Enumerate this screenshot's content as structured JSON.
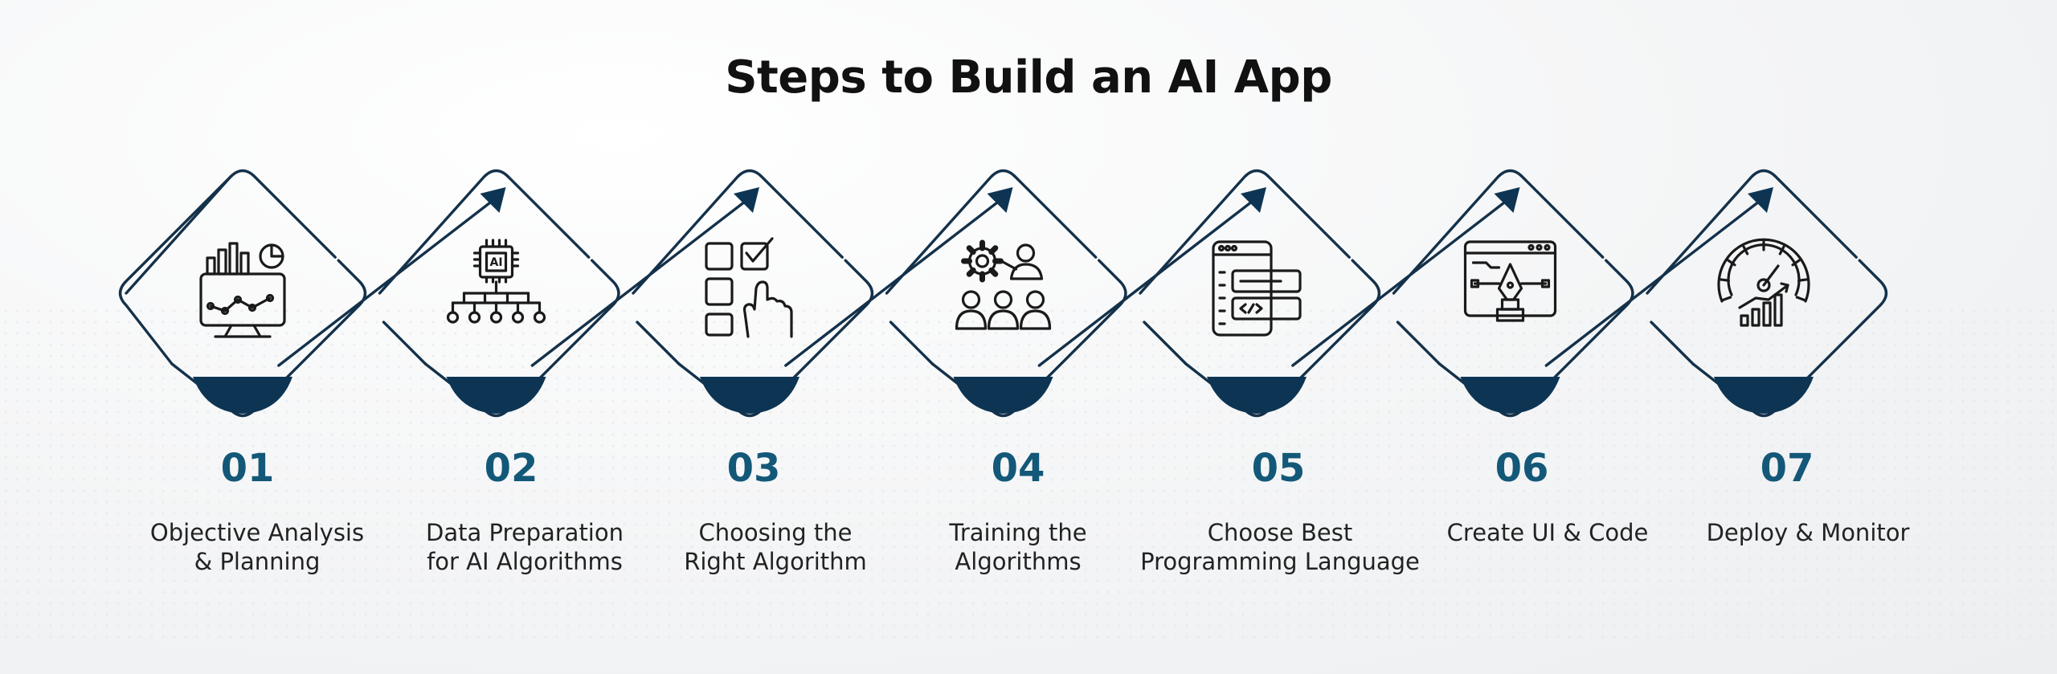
{
  "title": "Steps to Build an AI App",
  "colors": {
    "line": "#14314a",
    "bowl": "#0d3553",
    "arrow": "#0d3553",
    "number": "#135878",
    "icon": "#1a1a1a"
  },
  "steps": [
    {
      "number": "01",
      "label_lines": [
        "Objective Analysis",
        "& Planning"
      ],
      "icon": "analytics-monitor-icon"
    },
    {
      "number": "02",
      "label_lines": [
        "Data Preparation",
        "for AI Algorithms"
      ],
      "icon": "ai-chip-network-icon"
    },
    {
      "number": "03",
      "label_lines": [
        "Choosing the",
        "Right Algorithm"
      ],
      "icon": "checklist-touch-icon"
    },
    {
      "number": "04",
      "label_lines": [
        "Training the",
        "Algorithms"
      ],
      "icon": "team-gear-icon"
    },
    {
      "number": "05",
      "label_lines": [
        "Choose Best",
        "Programming Language"
      ],
      "icon": "code-window-icon"
    },
    {
      "number": "06",
      "label_lines": [
        "Create UI & Code"
      ],
      "icon": "design-tool-icon"
    },
    {
      "number": "07",
      "label_lines": [
        "Deploy & Monitor"
      ],
      "icon": "gauge-growth-icon"
    }
  ]
}
